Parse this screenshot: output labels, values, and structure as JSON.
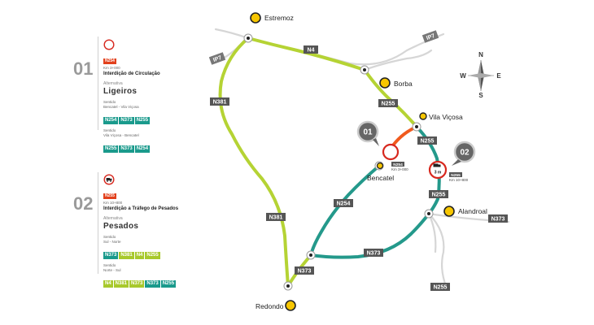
{
  "colors": {
    "lime": "#b5d334",
    "teal": "#24998b",
    "orange": "#f05a1e",
    "red": "#d7281e",
    "yellow": "#f7c600",
    "grey_road": "#d8d8d8",
    "label_bg": "#555555",
    "bignum": "#9a9a9a"
  },
  "towns": {
    "estremoz": "Estremoz",
    "borba": "Borba",
    "vila_vicosa": "Vila Viçosa",
    "bencatel": "Bencatel",
    "alandroal": "Alandroal",
    "redondo": "Redondo"
  },
  "road_labels": {
    "ip7_left": "IP7",
    "ip7_right": "IP7",
    "n4": "N4",
    "n381_top": "N381",
    "n381_bottom": "N381",
    "n255_borba": "N255",
    "n255_vila": "N255",
    "n255_alandroal": "N255",
    "n255_bottom": "N255",
    "n254": "N254",
    "n373_mid": "N373",
    "n373_left": "N373",
    "n373_right": "N373"
  },
  "markers": {
    "m1": {
      "number": "01",
      "road": "N254",
      "km": "Km 3+000"
    },
    "m2": {
      "number": "02",
      "road": "N255",
      "km": "Km 10+800",
      "sign": "3 m"
    }
  },
  "compass": {
    "n": "N",
    "s": "S",
    "e": "E",
    "w": "W"
  },
  "legend": {
    "section1": {
      "number": "01",
      "road": "N254",
      "km": "Km 3+000",
      "title": "Interdição de Circulação",
      "alt_heading": "Alternativa",
      "vehicle": "Ligeiros",
      "route1_heading": "Sentido",
      "route1_dir": "Bencatel - Vila Viçosa",
      "route1_roads": [
        "N254",
        "N373",
        "N255"
      ],
      "route2_heading": "Sentido",
      "route2_dir": "Vila Viçosa - Bencatel",
      "route2_roads": [
        "N255",
        "N373",
        "N254"
      ]
    },
    "section2": {
      "number": "02",
      "road": "N255",
      "km": "Km 10+800",
      "title": "Interdição a Tráfego de Pesados",
      "alt_heading": "Alternativa",
      "vehicle": "Pesados",
      "route1_heading": "Sentido",
      "route1_dir": "Sul - Norte",
      "route1_roads": [
        "N373",
        "N381",
        "N4",
        "N255"
      ],
      "route1_colors": [
        "teal",
        "lime",
        "lime",
        "lime"
      ],
      "route2_heading": "Sentido",
      "route2_dir": "Norte - Sul",
      "route2_roads": [
        "N4",
        "N381",
        "N373",
        "N373",
        "N255"
      ],
      "route2_colors": [
        "lime",
        "lime",
        "lime",
        "teal",
        "teal"
      ]
    }
  }
}
